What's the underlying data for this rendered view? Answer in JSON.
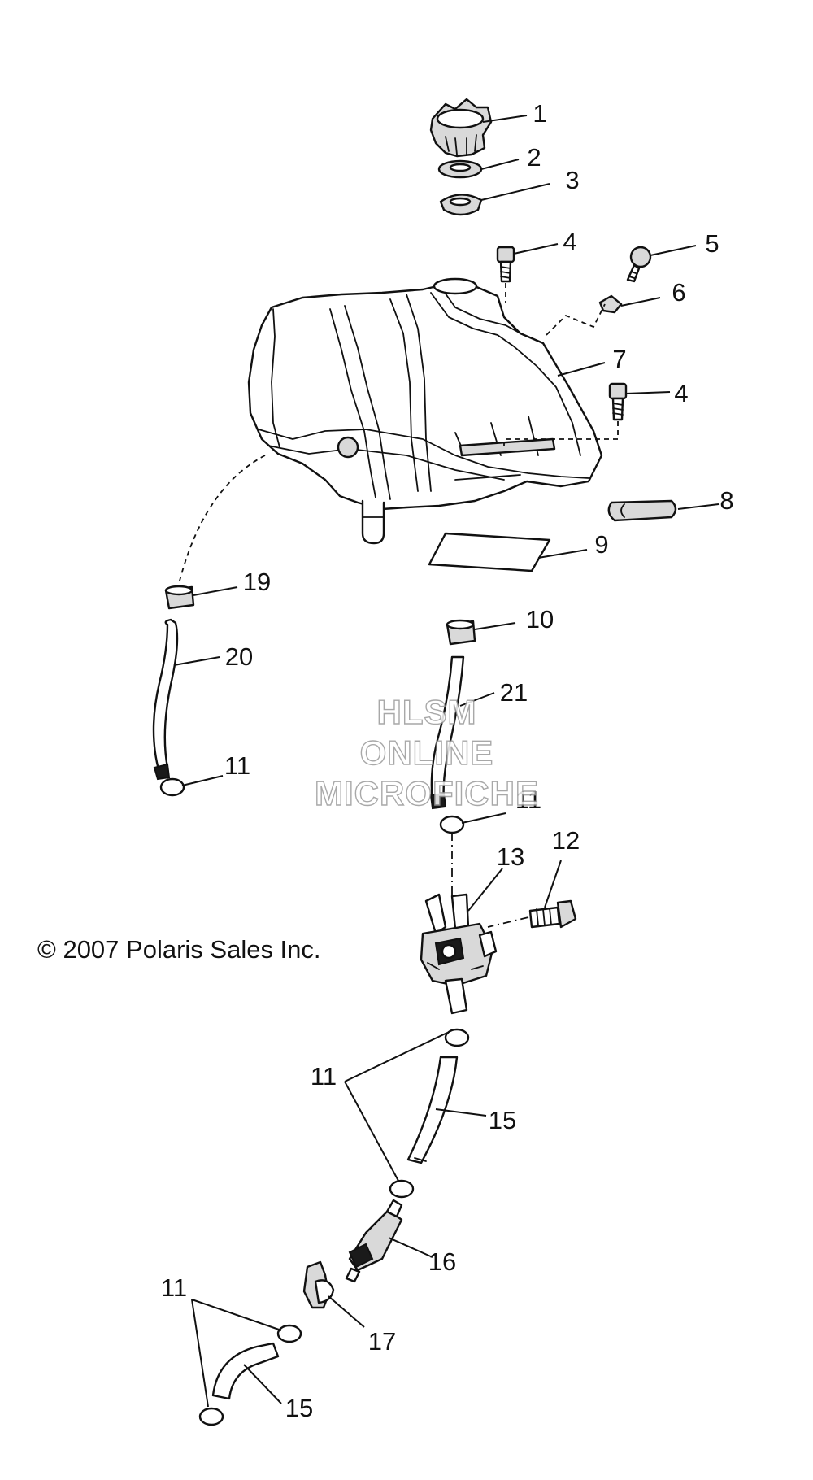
{
  "copyright": "© 2007 Polaris Sales Inc.",
  "watermark": [
    "HLSM",
    "ONLINE",
    "MICROFICHE"
  ],
  "callouts": {
    "c1": "1",
    "c2": "2",
    "c3": "3",
    "c4a": "4",
    "c5": "5",
    "c6": "6",
    "c7": "7",
    "c4b": "4",
    "c8": "8",
    "c9": "9",
    "c19": "19",
    "c10": "10",
    "c20": "20",
    "c21": "21",
    "c11a": "11",
    "c11b": "11",
    "c12": "12",
    "c13": "13",
    "c11c": "11",
    "c15a": "15",
    "c16": "16",
    "c17": "17",
    "c11d": "11",
    "c15b": "15"
  }
}
